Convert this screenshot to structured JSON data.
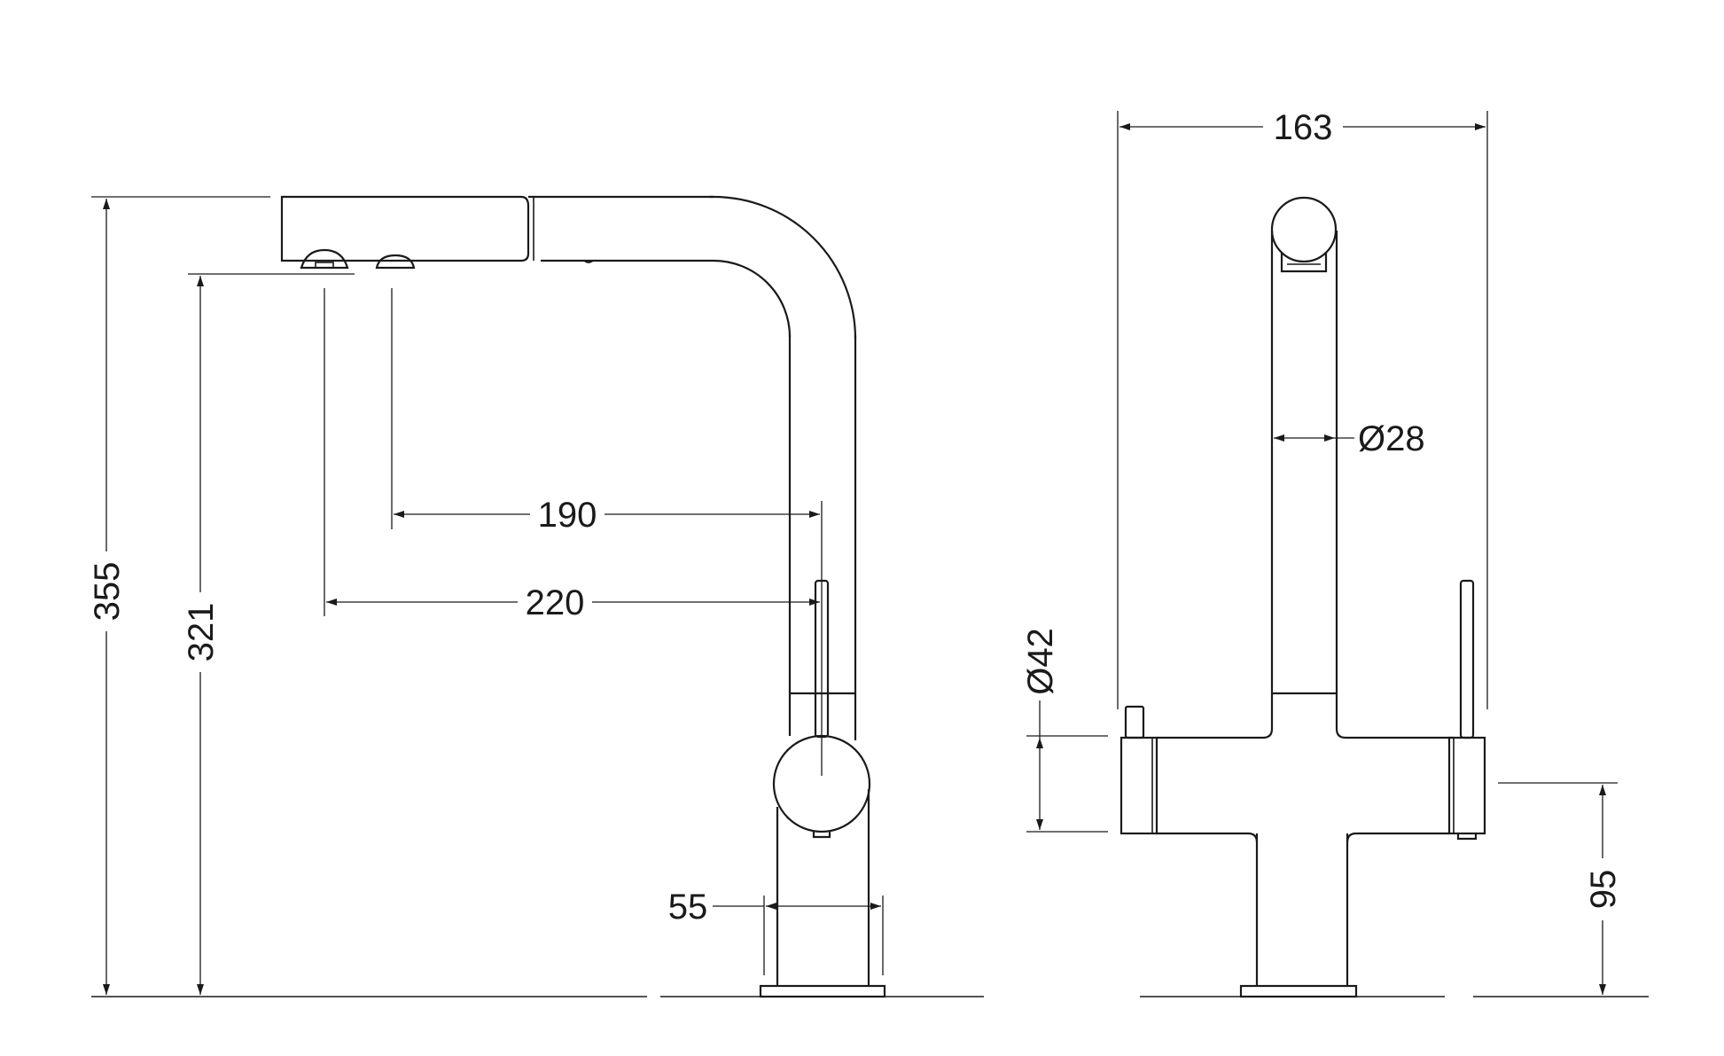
{
  "side_view": {
    "height_total": "355",
    "height_outlet": "321",
    "reach_spray": "190",
    "reach_stream": "220",
    "base_width": "55"
  },
  "front_view": {
    "width_total": "163",
    "spout_diameter": "Ø28",
    "handle_diameter": "Ø42",
    "handle_height": "95"
  }
}
